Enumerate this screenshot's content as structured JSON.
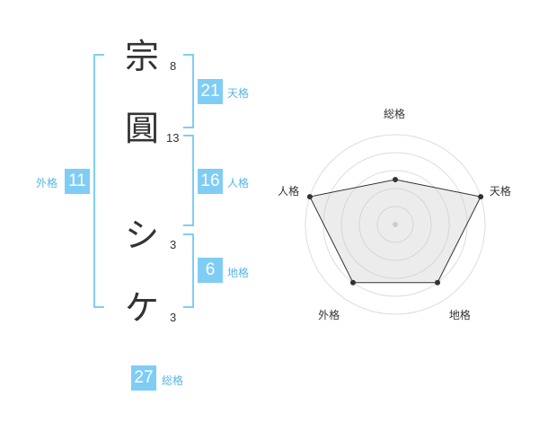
{
  "name": {
    "chars": [
      {
        "char": "宗",
        "strokes": "8"
      },
      {
        "char": "圓",
        "strokes": "13"
      },
      {
        "char": "シ",
        "strokes": "3"
      },
      {
        "char": "ケ",
        "strokes": "3"
      }
    ]
  },
  "fortunes": {
    "tenkaku": {
      "value": "21",
      "label": "天格"
    },
    "jinkaku": {
      "value": "16",
      "label": "人格"
    },
    "chikaku": {
      "value": "6",
      "label": "地格"
    },
    "gaikaku": {
      "value": "11",
      "label": "外格"
    },
    "soukaku": {
      "value": "27",
      "label": "総格"
    }
  },
  "colors": {
    "accent": "#7fcdf5",
    "label_text": "#5ab4e5",
    "text": "#333333"
  },
  "chart_data": {
    "type": "radar",
    "axes": [
      "総格",
      "天格",
      "地格",
      "外格",
      "人格"
    ],
    "values": [
      2.5,
      5,
      4,
      4,
      5
    ],
    "rmax": 5,
    "rings": 5
  }
}
